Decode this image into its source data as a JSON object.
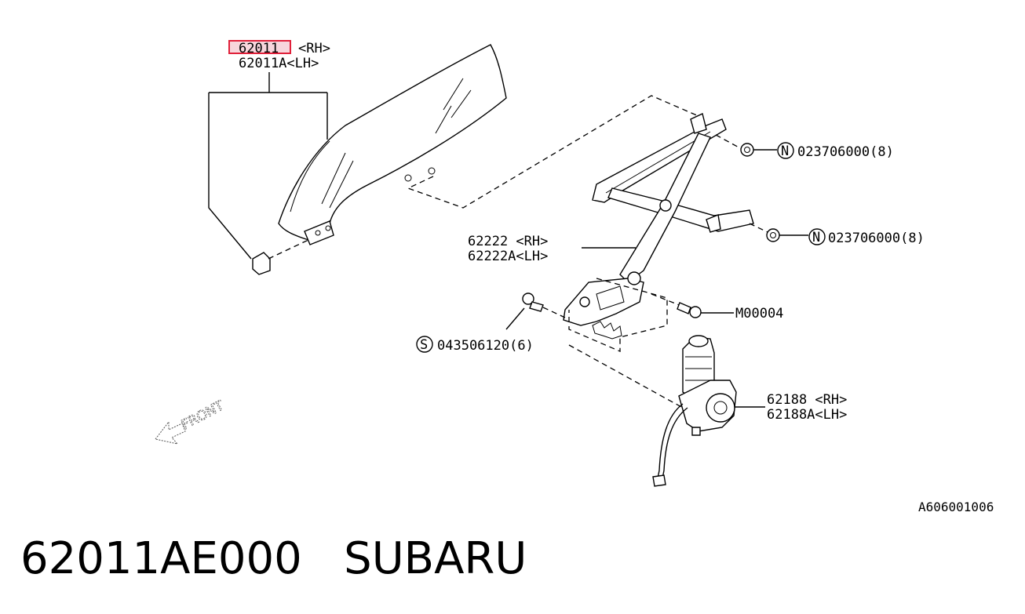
{
  "callouts": {
    "glass_rh": "62011",
    "glass_rh_side": "<RH>",
    "glass_lh": "62011A<LH>",
    "regulator_rh": "62222 <RH>",
    "regulator_lh": "62222A<LH>",
    "nut_upper_code": "N",
    "nut_upper": "023706000(8)",
    "nut_lower_code": "N",
    "nut_lower": "023706000(8)",
    "bolt_right": "M00004",
    "screw_code": "S",
    "screw": "043506120(6)",
    "motor_rh": "62188 <RH>",
    "motor_lh": "62188A<LH>",
    "front": "FRONT",
    "diagram_id": "A606001006"
  },
  "highlight_color": "#e0203a",
  "footer": {
    "part_number": "62011AE000",
    "brand": "SUBARU"
  }
}
